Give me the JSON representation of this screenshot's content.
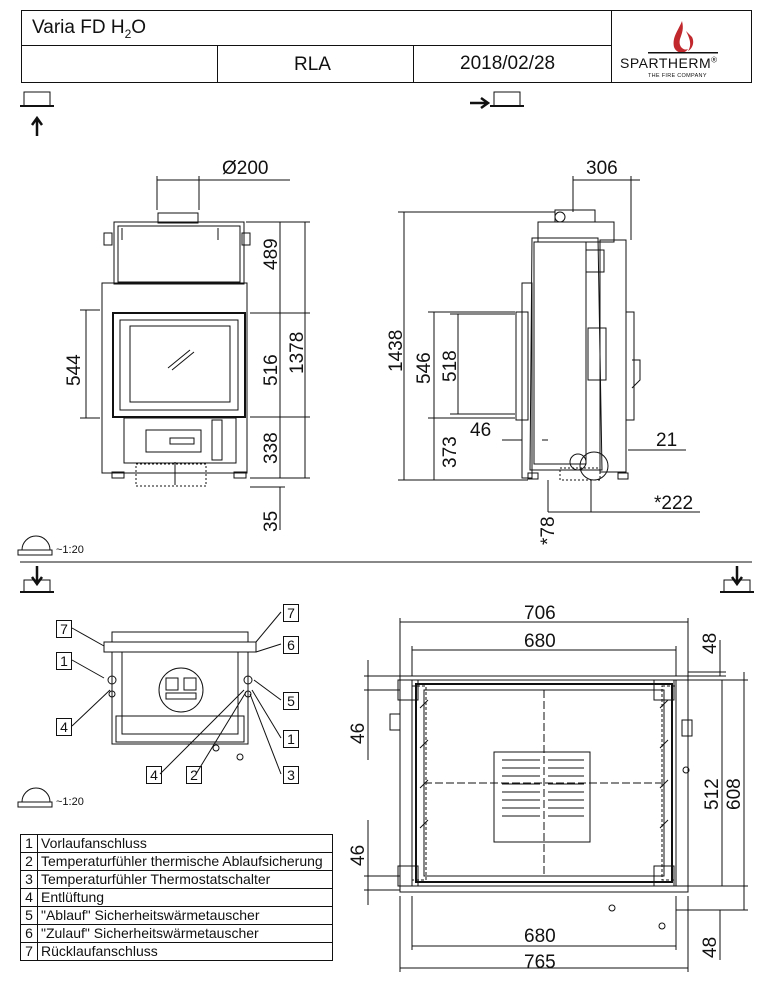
{
  "header": {
    "title_main": "Varia FD H",
    "title_sub": "2",
    "title_end": "O",
    "variant": "RLA",
    "date": "2018/02/28",
    "brand": "SPARTHERM",
    "brand_mark": "®",
    "tagline": "THE FIRE COMPANY",
    "brand_color": "#c0282d"
  },
  "scales": {
    "top": "~1:20",
    "mid": "~1:20"
  },
  "front_view": {
    "flue": "Ø200",
    "dim_489": "489",
    "dim_516": "516",
    "dim_1378": "1378",
    "dim_338": "338",
    "dim_35": "35",
    "dim_544": "544"
  },
  "side_view": {
    "dim_306": "306",
    "dim_1438": "1438",
    "dim_546": "546",
    "dim_518": "518",
    "dim_373": "373",
    "dim_46": "46",
    "dim_21": "21",
    "dim_222": "*222",
    "dim_78": "*78"
  },
  "rear_view": {
    "callouts_left": [
      "7",
      "1",
      "4"
    ],
    "callouts_right": [
      "7",
      "6",
      "5",
      "1",
      "3"
    ],
    "callouts_bottom": [
      "4",
      "2"
    ]
  },
  "plan_view": {
    "dim_706": "706",
    "dim_680_top": "680",
    "dim_48_top": "48",
    "dim_46_a": "46",
    "dim_46_b": "46",
    "dim_512": "512",
    "dim_608": "608",
    "dim_680_bottom": "680",
    "dim_765": "765",
    "dim_48_bottom": "48"
  },
  "legend": [
    {
      "num": "1",
      "text": "Vorlaufanschluss"
    },
    {
      "num": "2",
      "text": "Temperaturfühler thermische Ablaufsicherung"
    },
    {
      "num": "3",
      "text": "Temperaturfühler Thermostatschalter"
    },
    {
      "num": "4",
      "text": "Entlüftung"
    },
    {
      "num": "5",
      "text": "\"Ablauf\" Sicherheitswärmetauscher"
    },
    {
      "num": "6",
      "text": "\"Zulauf\" Sicherheitswärmetauscher"
    },
    {
      "num": "7",
      "text": "Rücklaufanschluss"
    }
  ]
}
